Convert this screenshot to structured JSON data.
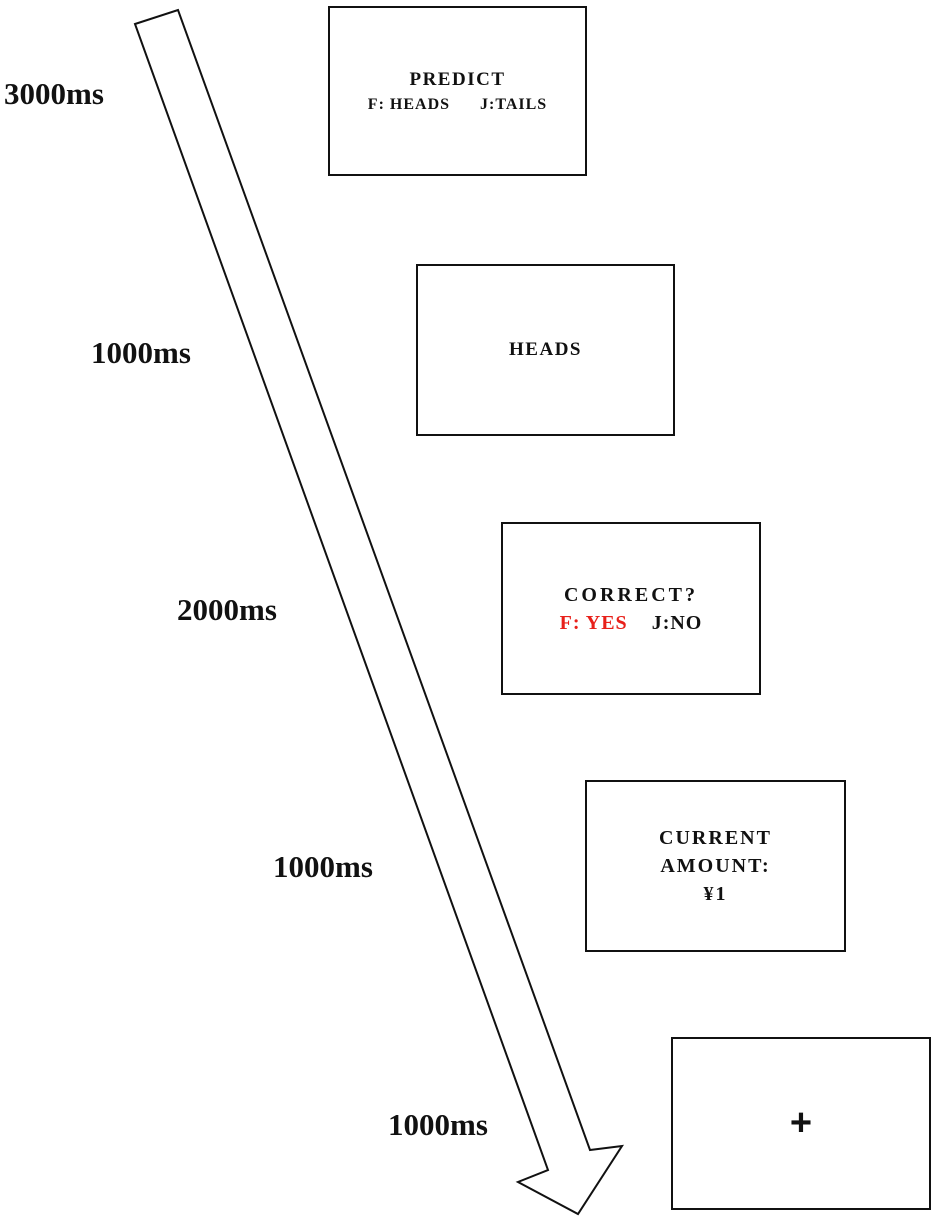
{
  "diagram": {
    "durations": [
      "3000ms",
      "1000ms",
      "2000ms",
      "1000ms",
      "1000ms"
    ],
    "screens": [
      {
        "lines": [
          "PREDICT"
        ],
        "options": [
          {
            "text": "F: HEADS",
            "color": "#111111"
          },
          {
            "text": "J:TAILS",
            "color": "#111111"
          }
        ]
      },
      {
        "lines": [
          "HEADS"
        ],
        "options": []
      },
      {
        "lines": [
          "CORRECT?"
        ],
        "options": [
          {
            "text": "F: YES",
            "color": "#e8201a"
          },
          {
            "text": "J:NO",
            "color": "#111111"
          }
        ]
      },
      {
        "lines": [
          "CURRENT",
          "AMOUNT:",
          "¥1"
        ],
        "options": []
      },
      {
        "lines": [
          "+"
        ],
        "options": []
      }
    ]
  },
  "colors": {
    "ink": "#111111",
    "highlight": "#e8201a",
    "background": "#ffffff"
  },
  "icons": {
    "timeline": "time-arrow-icon"
  }
}
